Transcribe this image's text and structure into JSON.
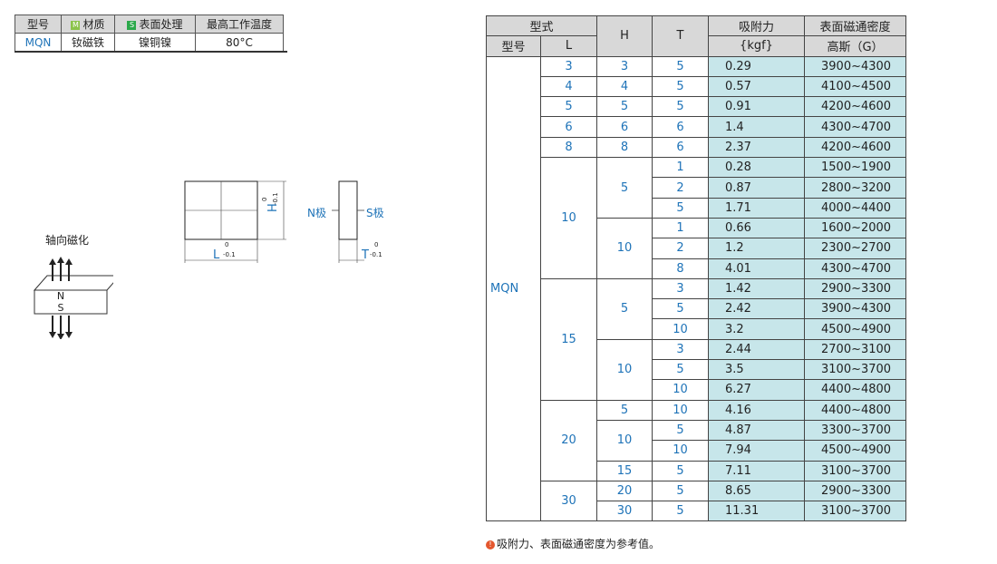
{
  "spec": {
    "headers": {
      "model": "型号",
      "material_tag": "M",
      "material": "材质",
      "surface_tag": "S",
      "surface": "表面处理",
      "temp": "最高工作温度"
    },
    "values": {
      "model": "MQN",
      "material": "钕磁铁",
      "surface": "镍铜镍",
      "temp": "80°C"
    }
  },
  "drawing": {
    "front": {
      "h_label": "H",
      "h_tol_upper": "0",
      "h_tol_lower": "-0.1",
      "l_label": "L",
      "l_tol_upper": "0",
      "l_tol_lower": "-0.1"
    },
    "side": {
      "n_pole": "N极",
      "s_pole": "S极",
      "t_label": "T",
      "t_tol_upper": "0",
      "t_tol_lower": "-0.1"
    },
    "iso": {
      "caption": "轴向磁化",
      "n": "N",
      "s": "S"
    }
  },
  "table": {
    "headers": {
      "type": "型式",
      "model": "型号",
      "L": "L",
      "H": "H",
      "T": "T",
      "force": "吸附力",
      "force_unit": "{kgf}",
      "flux": "表面磁通密度",
      "flux_unit": "高斯（G）"
    },
    "model": "MQN",
    "L_values": [
      "3",
      "4",
      "5",
      "6",
      "8",
      "10",
      "15",
      "20",
      "30"
    ],
    "H_values": [
      "3",
      "4",
      "5",
      "6",
      "8",
      "5",
      "10",
      "5",
      "10",
      "5",
      "10",
      "15",
      "20",
      "30"
    ],
    "rows": [
      {
        "T": "5",
        "force": "0.29",
        "flux": "3900~4300"
      },
      {
        "T": "5",
        "force": "0.57",
        "flux": "4100~4500"
      },
      {
        "T": "5",
        "force": "0.91",
        "flux": "4200~4600"
      },
      {
        "T": "6",
        "force": "1.4",
        "flux": "4300~4700"
      },
      {
        "T": "6",
        "force": "2.37",
        "flux": "4200~4600"
      },
      {
        "T": "1",
        "force": "0.28",
        "flux": "1500~1900"
      },
      {
        "T": "2",
        "force": "0.87",
        "flux": "2800~3200"
      },
      {
        "T": "5",
        "force": "1.71",
        "flux": "4000~4400"
      },
      {
        "T": "1",
        "force": "0.66",
        "flux": "1600~2000"
      },
      {
        "T": "2",
        "force": "1.2",
        "flux": "2300~2700"
      },
      {
        "T": "8",
        "force": "4.01",
        "flux": "4300~4700"
      },
      {
        "T": "3",
        "force": "1.42",
        "flux": "2900~3300"
      },
      {
        "T": "5",
        "force": "2.42",
        "flux": "3900~4300"
      },
      {
        "T": "10",
        "force": "3.2",
        "flux": "4500~4900"
      },
      {
        "T": "3",
        "force": "2.44",
        "flux": "2700~3100"
      },
      {
        "T": "5",
        "force": "3.5",
        "flux": "3100~3700"
      },
      {
        "T": "10",
        "force": "6.27",
        "flux": "4400~4800"
      },
      {
        "T": "10",
        "force": "4.16",
        "flux": "4400~4800"
      },
      {
        "T": "5",
        "force": "4.87",
        "flux": "3300~3700"
      },
      {
        "T": "10",
        "force": "7.94",
        "flux": "4500~4900"
      },
      {
        "T": "5",
        "force": "7.11",
        "flux": "3100~3700"
      },
      {
        "T": "5",
        "force": "8.65",
        "flux": "2900~3300"
      },
      {
        "T": "5",
        "force": "11.31",
        "flux": "3100~3700"
      }
    ]
  },
  "note": {
    "icon": "!",
    "text": "吸附力、表面磁通密度为参考值。"
  }
}
